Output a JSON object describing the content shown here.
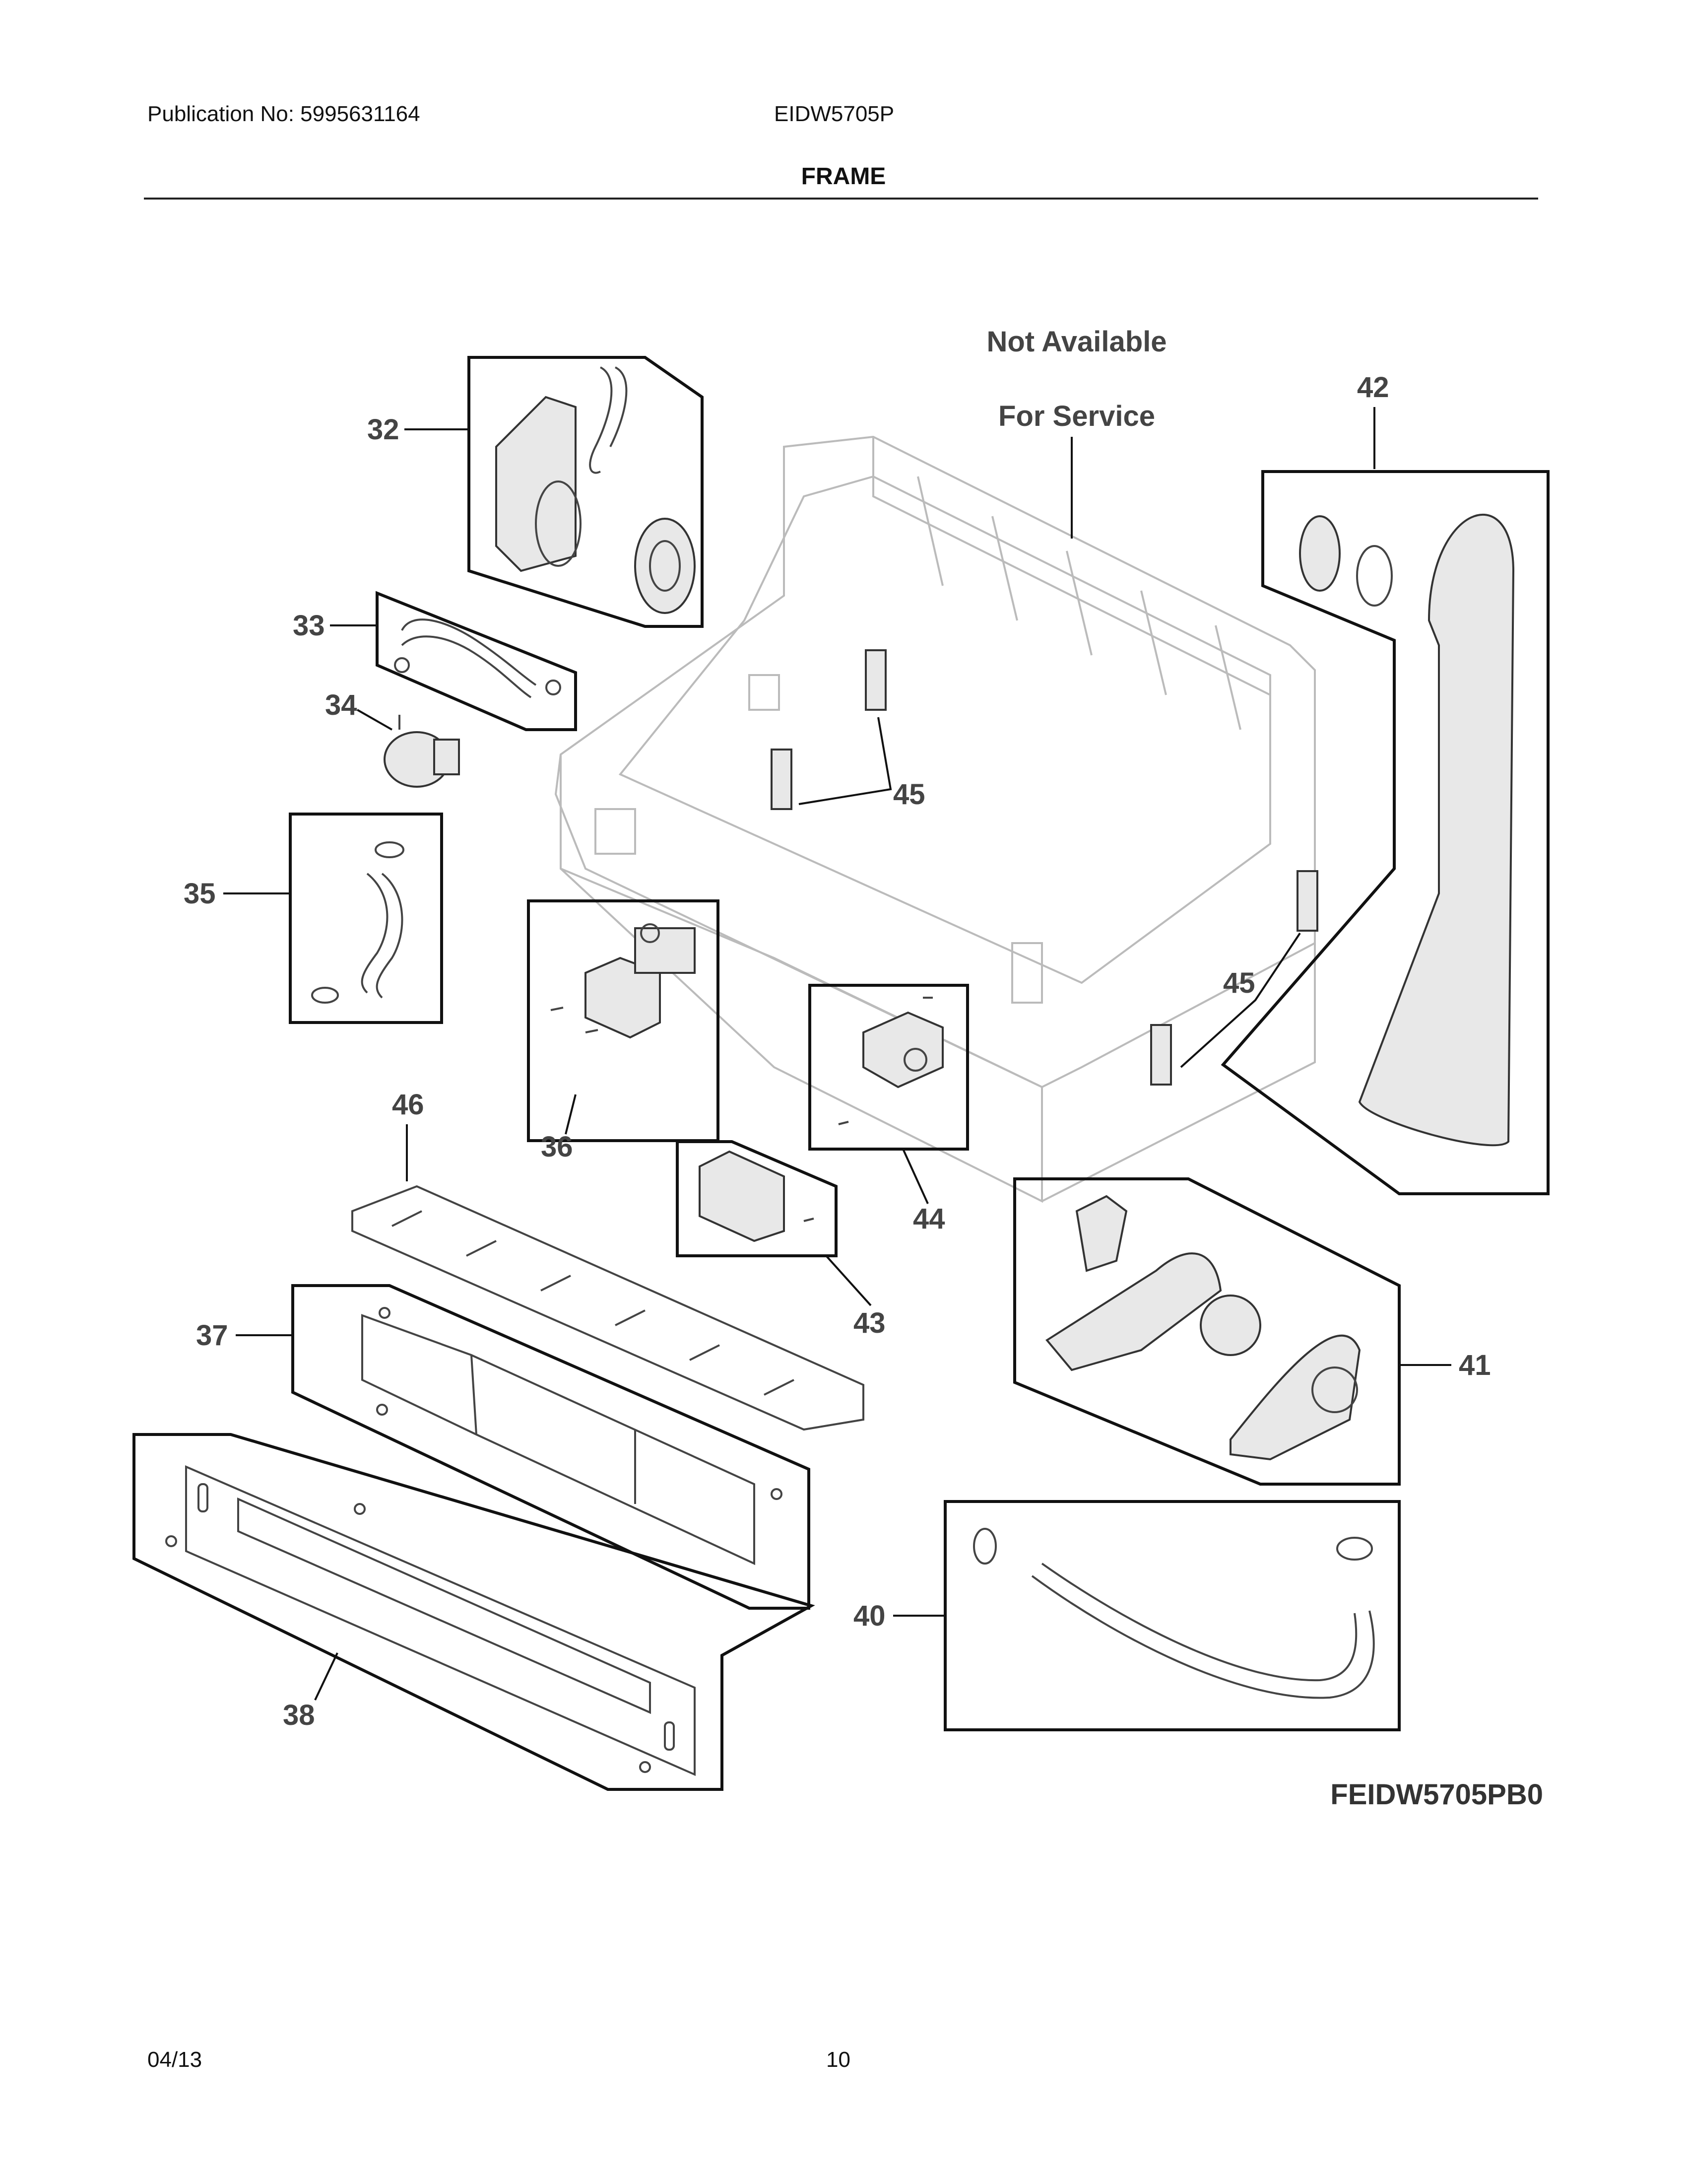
{
  "header": {
    "publication": "Publication No: 5995631164",
    "model": "EIDW5705P",
    "section_title": "FRAME"
  },
  "diagram": {
    "not_available_line1": "Not Available",
    "not_available_line2": "For Service",
    "diagram_code": "FEIDW5705PB0",
    "callouts": {
      "c32": "32",
      "c33": "33",
      "c34": "34",
      "c35": "35",
      "c36": "36",
      "c37": "37",
      "c38": "38",
      "c40": "40",
      "c41": "41",
      "c42": "42",
      "c43": "43",
      "c44": "44",
      "c45a": "45",
      "c45b": "45",
      "c46": "46"
    }
  },
  "footer": {
    "date": "04/13",
    "page": "10"
  }
}
